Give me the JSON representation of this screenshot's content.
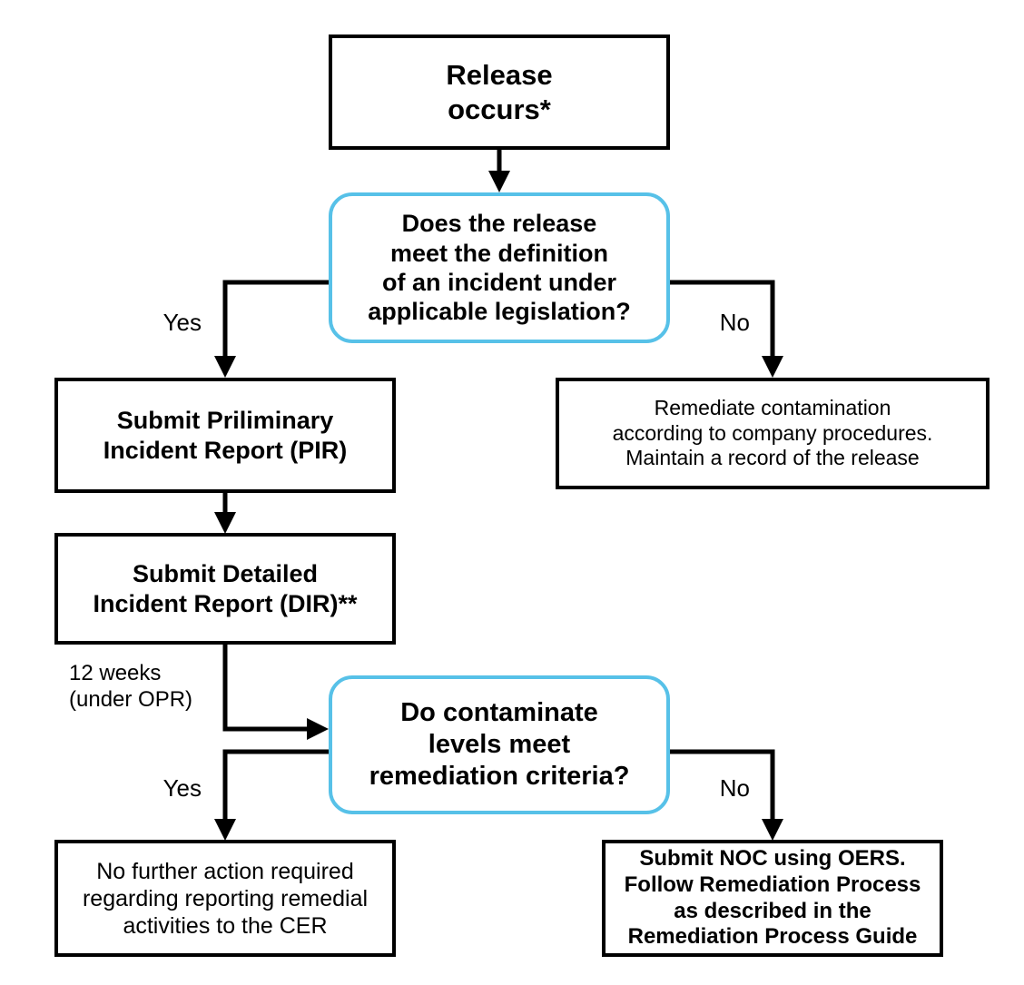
{
  "diagram": {
    "title": "Release reporting and remediation decision flowchart",
    "accent_color": "#57c1e8",
    "line_color": "#000000",
    "background": "#ffffff",
    "nodes": [
      {
        "id": "release-occurs",
        "shape": "process",
        "text": "Release\noccurs*",
        "weight": "bold",
        "font_size": 31
      },
      {
        "id": "incident-definition-decision",
        "shape": "decision",
        "text": "Does the release\nmeet the definition\nof an incident under\napplicable legislation?",
        "weight": "bold",
        "font_size": 27
      },
      {
        "id": "submit-pir",
        "shape": "process",
        "text": "Submit Priliminary\nIncident Report (PIR)",
        "weight": "bold",
        "font_size": 27
      },
      {
        "id": "remediate-contamination",
        "shape": "process",
        "text": "Remediate contamination\naccording to company procedures.\nMaintain a record of the release",
        "weight": "regular",
        "font_size": 23
      },
      {
        "id": "submit-dir",
        "shape": "process",
        "text": "Submit Detailed\nIncident Report (DIR)**",
        "weight": "bold",
        "font_size": 27
      },
      {
        "id": "remediation-criteria-decision",
        "shape": "decision",
        "text": "Do contaminate\nlevels meet\nremediation criteria?",
        "weight": "bold",
        "font_size": 29
      },
      {
        "id": "no-further-action",
        "shape": "process",
        "text": "No further action required\nregarding reporting remedial\nactivities to the CER",
        "weight": "regular",
        "font_size": 25
      },
      {
        "id": "submit-noc",
        "shape": "process",
        "text": "Submit NOC using OERS.\nFollow Remediation Process\nas described in the\nRemediation Process Guide",
        "weight": "bold",
        "font_size": 24
      }
    ],
    "edge_labels": [
      {
        "id": "yes-incident",
        "text": "Yes",
        "font_size": 26
      },
      {
        "id": "no-incident",
        "text": "No",
        "font_size": 26
      },
      {
        "id": "twelve-weeks",
        "text": "12 weeks\n(under OPR)",
        "font_size": 24
      },
      {
        "id": "yes-criteria",
        "text": "Yes",
        "font_size": 26
      },
      {
        "id": "no-criteria",
        "text": "No",
        "font_size": 26
      }
    ]
  }
}
